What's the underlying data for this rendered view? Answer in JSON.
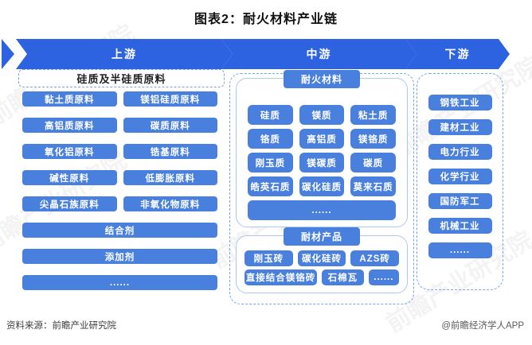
{
  "title": "图表2：耐火材料产业链",
  "banners": {
    "upstream": "上游",
    "midstream": "中游",
    "downstream": "下游"
  },
  "upstream": {
    "header": "硅质及半硅质原料",
    "rows": [
      [
        "黏土质原料",
        "镁铝硅质原料"
      ],
      [
        "高铝质原料",
        "碳质原料"
      ],
      [
        "氧化铝原料",
        "锆基原料"
      ],
      [
        "碱性原料",
        "低膨胀原料"
      ],
      [
        "尖晶石族原料",
        "非氧化物原料"
      ],
      [
        "结合剂"
      ],
      [
        "添加剂"
      ],
      [
        "......"
      ]
    ]
  },
  "midstream": {
    "materials_header": "耐火材料",
    "materials_rows": [
      [
        "硅质",
        "镁质",
        "粘土质"
      ],
      [
        "铬质",
        "高铝质",
        "镁铬质"
      ],
      [
        "刚玉质",
        "镁碳质",
        "碳质"
      ],
      [
        "皓英石质",
        "碳化硅质",
        "莫来石质"
      ],
      [
        "......"
      ]
    ],
    "products_header": "耐材产品",
    "products_rows": [
      [
        "刚玉砖",
        "碳化硅砖",
        "AZS砖"
      ],
      [
        "直接结合镁铬砖",
        "石棉瓦",
        "......"
      ]
    ]
  },
  "downstream": {
    "items": [
      "钢铁工业",
      "建材工业",
      "电力行业",
      "化学行业",
      "国防军工",
      "机械工业",
      "......"
    ]
  },
  "footer": {
    "source": "资料来源：前瞻产业研究院",
    "credit": "@前瞻经济学人APP"
  },
  "watermark": {
    "text": "前瞻产业研究院"
  },
  "colors": {
    "banner_blue": "#2d63e1",
    "box_blue": "#4a80dd",
    "dash_border_blue": "#77a3ec",
    "inner_border_blue": "#aac8f2",
    "title_text": "#111111",
    "footer_text": "#3d3d3d"
  }
}
